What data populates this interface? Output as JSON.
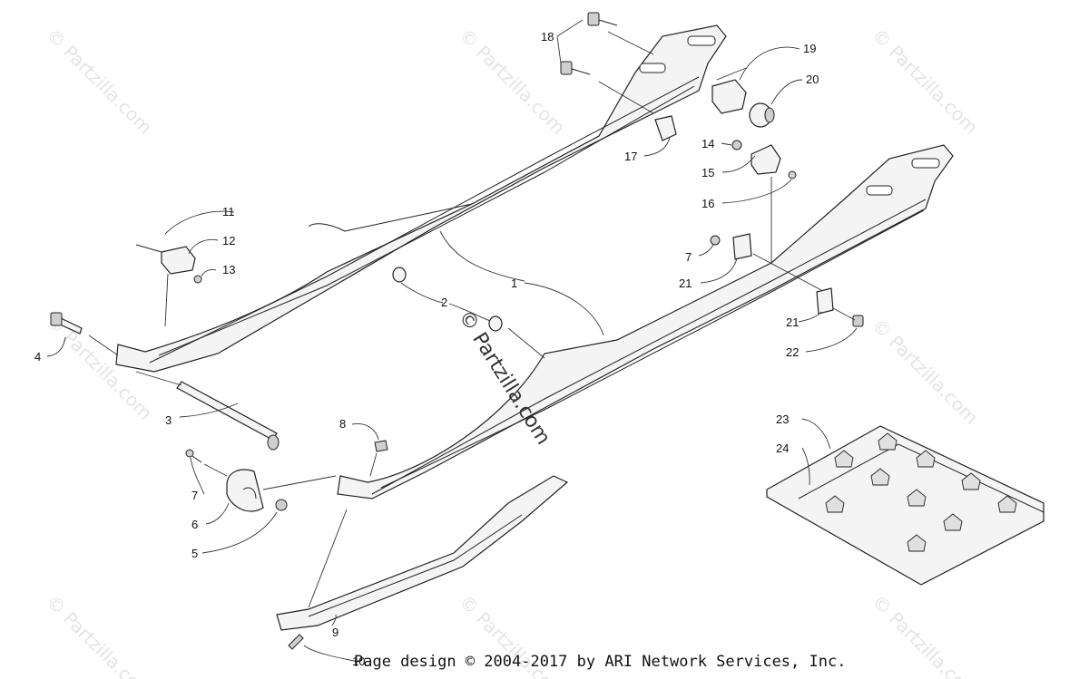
{
  "footer": "Page design © 2004-2017 by ARI Network Services, Inc.",
  "watermarks": {
    "center": "© Partzilla.com",
    "faint": "© Partzilla.com"
  },
  "callouts": {
    "c1": "1",
    "c2": "2",
    "c3": "3",
    "c4": "4",
    "c5": "5",
    "c6": "6",
    "c7a": "7",
    "c7b": "7",
    "c8": "8",
    "c9": "9",
    "c10": "10",
    "c11": "11",
    "c12": "12",
    "c13": "13",
    "c14": "14",
    "c15": "15",
    "c16": "16",
    "c17": "17",
    "c18": "18",
    "c19": "19",
    "c20": "20",
    "c21a": "21",
    "c21b": "21",
    "c22": "22",
    "c23": "23",
    "c24": "24"
  }
}
